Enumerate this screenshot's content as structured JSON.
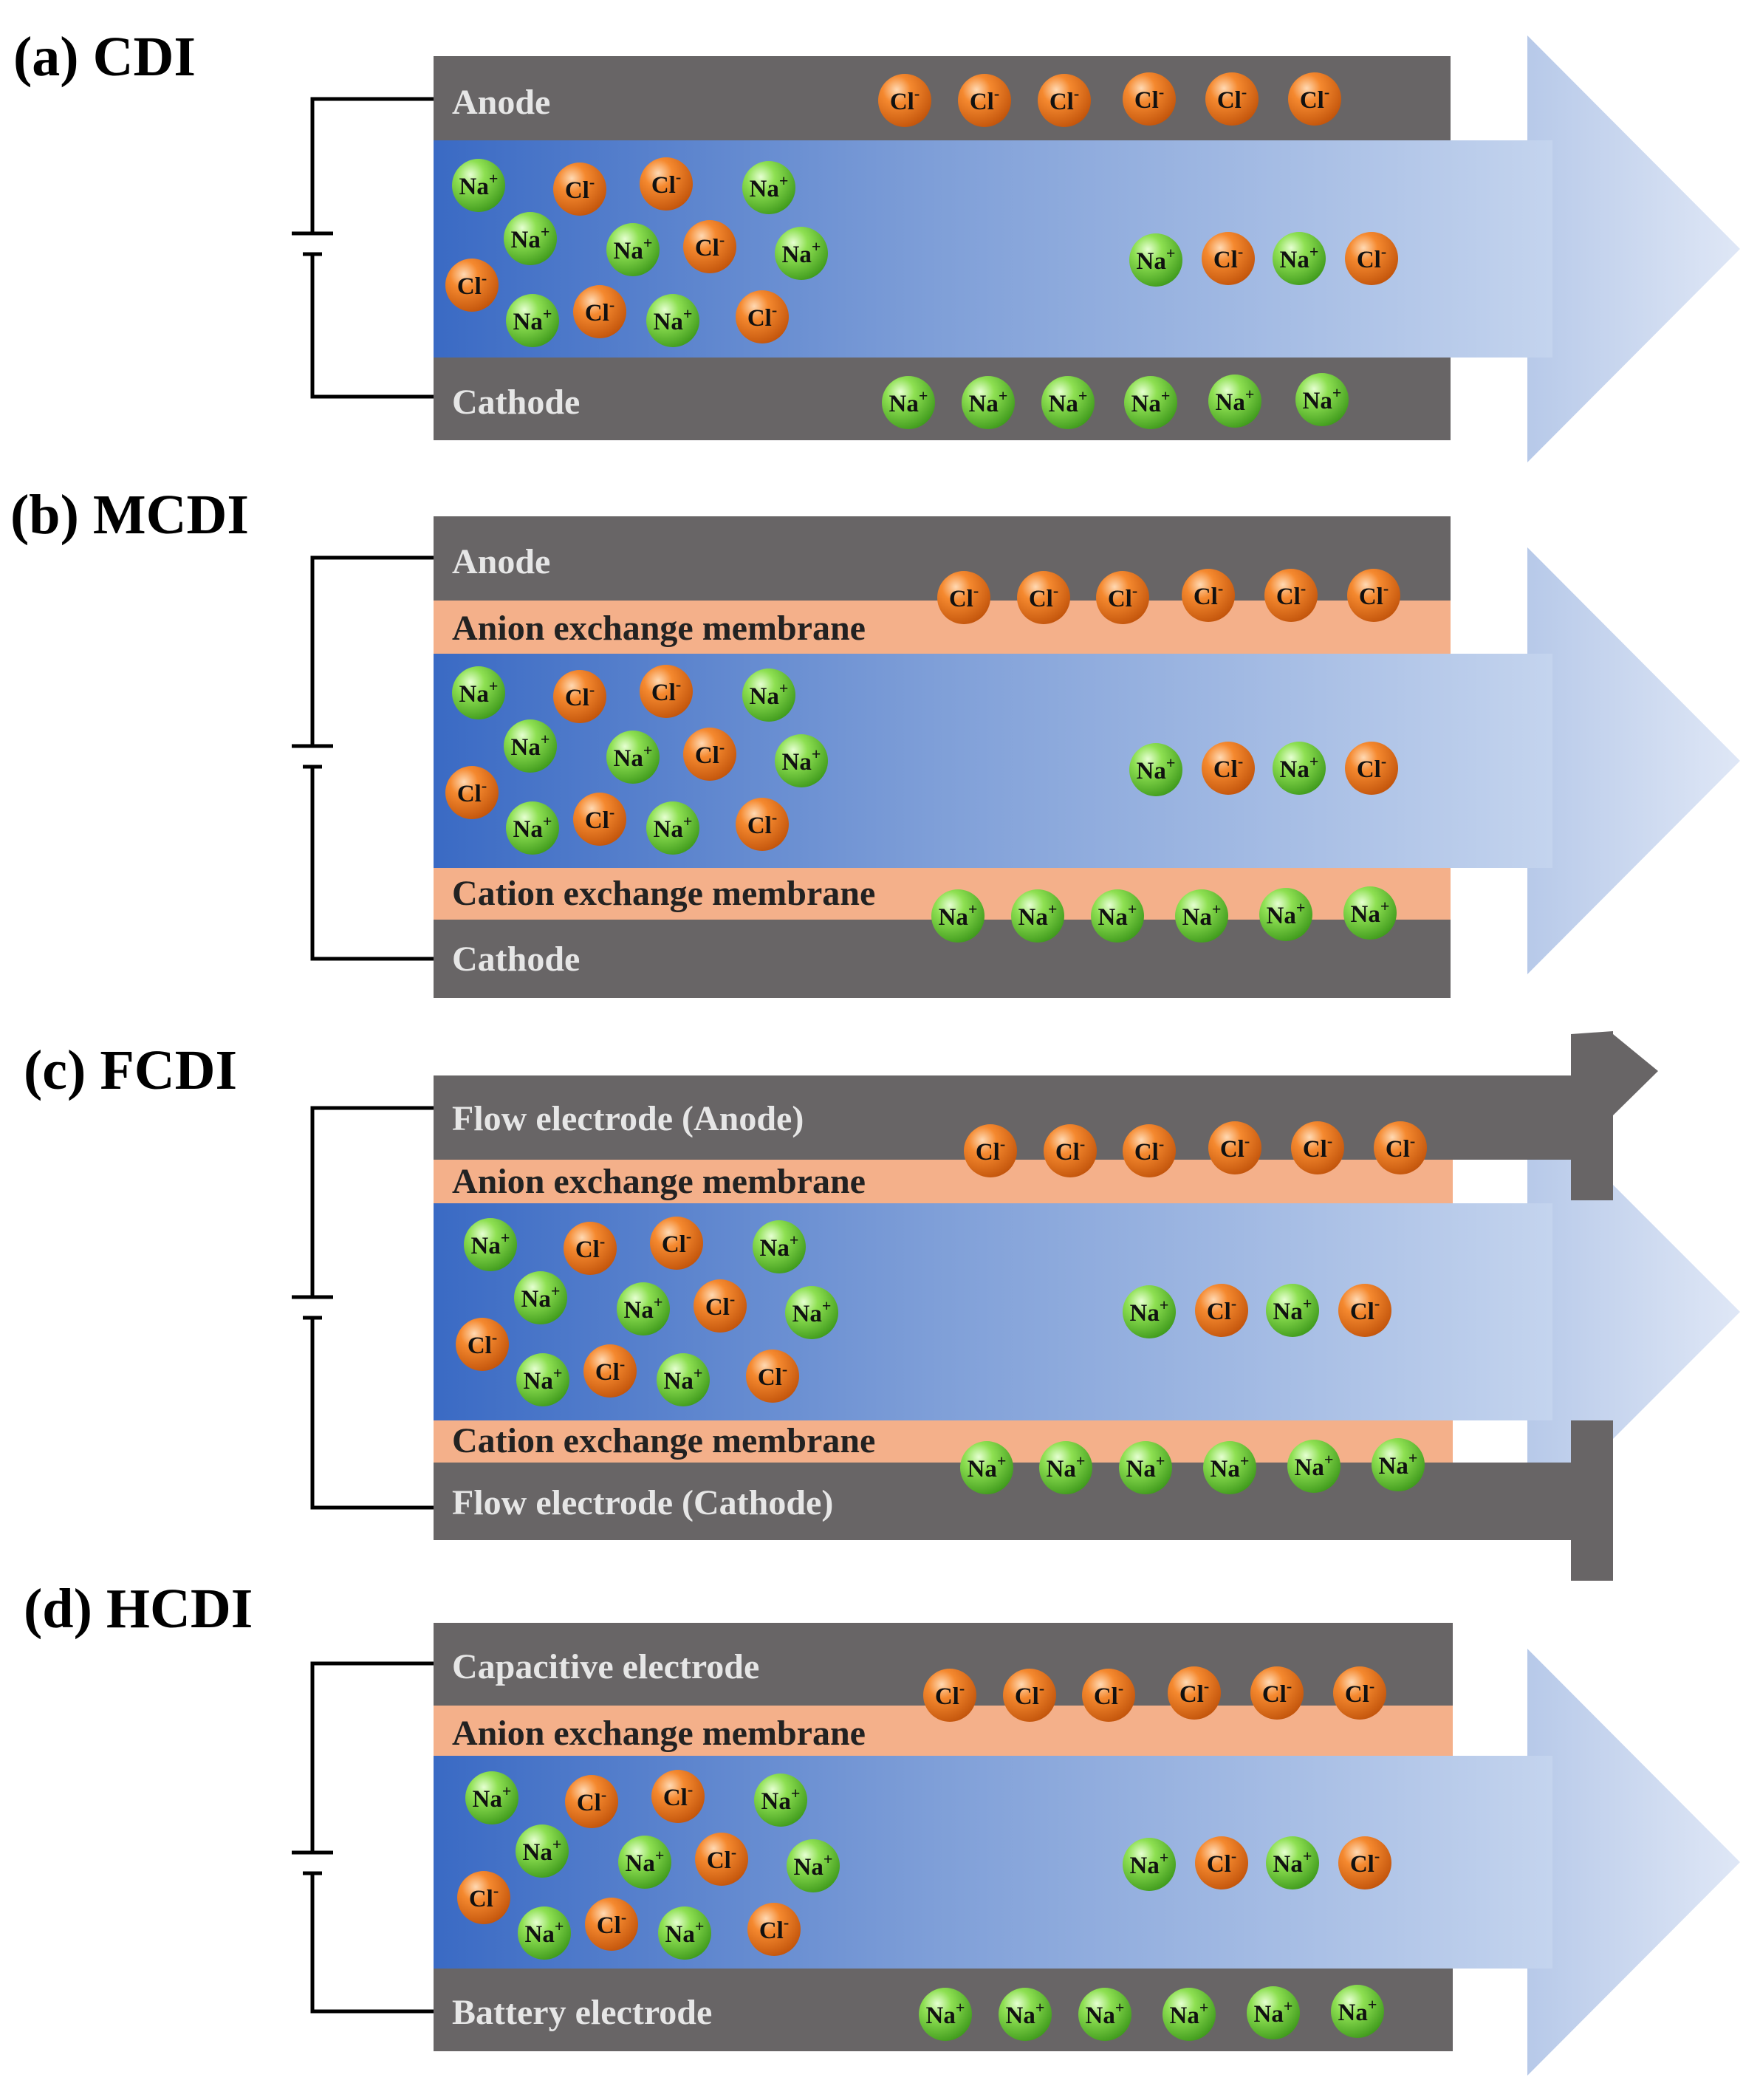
{
  "panels": [
    {
      "id": "cdi",
      "title": "(a) CDI",
      "top_label": "Anode",
      "top_membrane_label": "",
      "bottom_membrane_label": "",
      "bottom_label": "Cathode"
    },
    {
      "id": "mcdi",
      "title": "(b) MCDI",
      "top_label": "Anode",
      "top_membrane_label": "Anion exchange membrane",
      "bottom_membrane_label": "Cation exchange membrane",
      "bottom_label": "Cathode"
    },
    {
      "id": "fcdi",
      "title": "(c) FCDI",
      "top_label": "Flow electrode (Anode)",
      "top_membrane_label": "Anion exchange membrane",
      "bottom_membrane_label": "Cation exchange membrane",
      "bottom_label": "Flow electrode (Cathode)"
    },
    {
      "id": "hcdi",
      "title": "(d) HCDI",
      "top_label": "Capacitive electrode",
      "top_membrane_label": "Anion exchange membrane",
      "bottom_membrane_label": "",
      "bottom_label": "Battery electrode"
    }
  ],
  "ions": {
    "sodium": {
      "symbol": "Na",
      "charge": "+",
      "color": "#6fcf3a"
    },
    "chloride": {
      "symbol": "Cl",
      "charge": "-",
      "color": "#ee7a22"
    }
  },
  "colors": {
    "electrode": "#686566",
    "membrane": "#f4b08a",
    "channel_dark": "#3f6fc6",
    "channel_light": "#c5d5ee",
    "flow_arrow": "#b7c9e8",
    "wire": "#000000"
  }
}
